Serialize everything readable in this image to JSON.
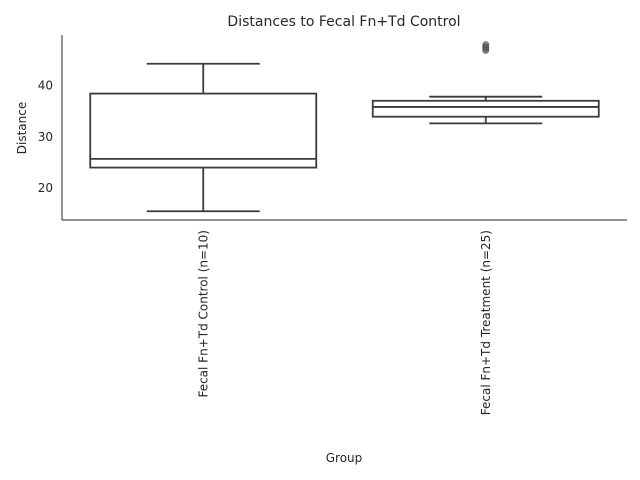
{
  "chart_data": {
    "type": "box",
    "title": "Distances to Fecal Fn+Td Control",
    "xlabel": "Group",
    "ylabel": "Distance",
    "ylim": [
      13.8,
      49.8
    ],
    "yticks": [
      20,
      30,
      40
    ],
    "grid": false,
    "categories": [
      "Fecal Fn+Td Control (n=10)",
      "Fecal Fn+Td Treatment (n=25)"
    ],
    "boxes": [
      {
        "name": "Fecal Fn+Td Control (n=10)",
        "whisker_low": 15.5,
        "q1": 24.0,
        "median": 25.7,
        "q3": 38.4,
        "whisker_high": 44.2,
        "outliers": []
      },
      {
        "name": "Fecal Fn+Td Treatment (n=25)",
        "whisker_low": 32.6,
        "q1": 33.9,
        "median": 35.8,
        "q3": 37.0,
        "whisker_high": 37.8,
        "outliers": [
          46.8,
          47.2,
          47.5,
          47.9
        ]
      }
    ]
  }
}
